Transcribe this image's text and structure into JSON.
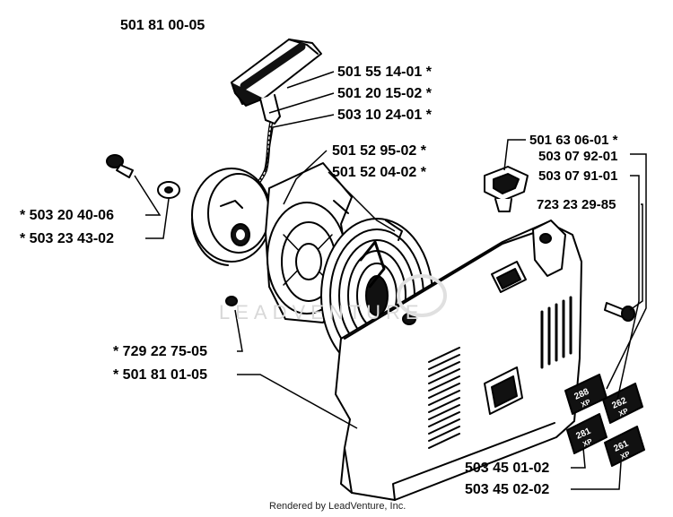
{
  "diagram": {
    "assembly_number": "501 81 00-05",
    "watermark": "LEADVENTURE",
    "footer": "Rendered by LeadVenture, Inc.",
    "callouts": {
      "handle": "501 55 14-01 *",
      "rope_insert": "501 20 15-02 *",
      "rope": "503 10 24-01 *",
      "pulley": "501 52 95-02 *",
      "spring": "501 52 04-02 *",
      "bolt_left": "* 503 20 40-06",
      "washer_left": "* 503 23 43-02",
      "intake_valve": "501 63 06-01 *",
      "decal_a": "503 07 92-01",
      "decal_b": "503 07 91-01",
      "screw_right": "723 23 29-85",
      "nut_small": "* 729 22 75-05",
      "starter_housing": "* 501 81 01-05",
      "decal_c": "503 45 01-02",
      "decal_d": "503 45 02-02"
    },
    "decals": {
      "d1_top": "288",
      "d1_bot": "XP",
      "d2_top": "262",
      "d2_bot": "XP",
      "d3_top": "281",
      "d3_bot": "XP",
      "d4_top": "261",
      "d4_bot": "XP"
    }
  }
}
